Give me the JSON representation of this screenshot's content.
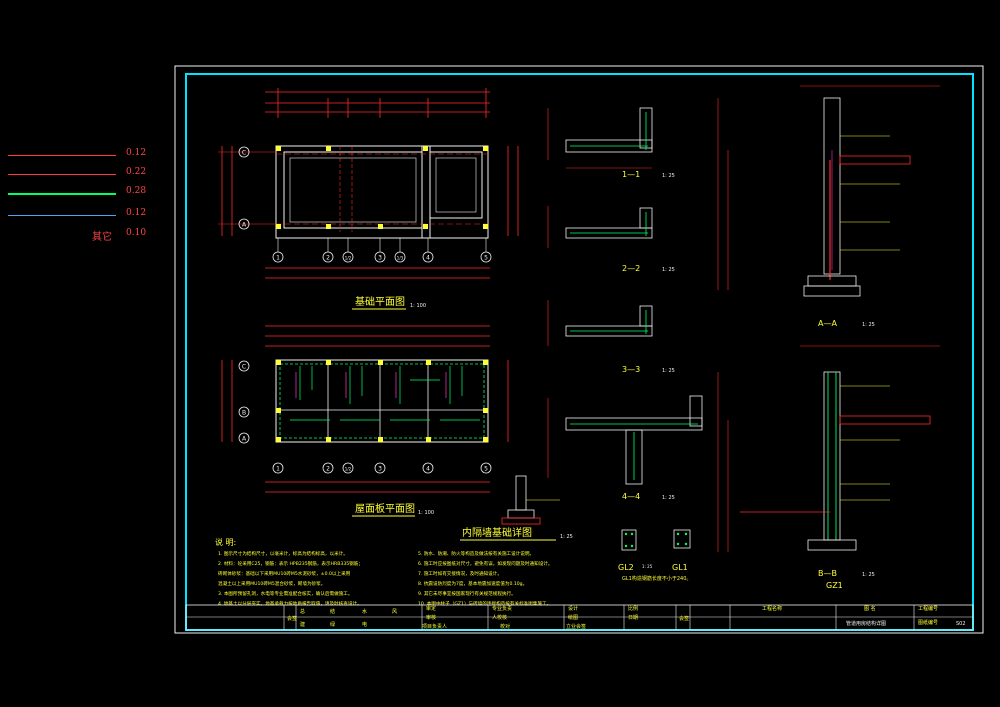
{
  "legend": [
    {
      "value": "0.12",
      "color": "#ff3b3b"
    },
    {
      "value": "0.22",
      "color": "#ff3b3b"
    },
    {
      "value": "0.28",
      "color": "#00ff66"
    },
    {
      "value": "0.12",
      "color": "#4aa3ff"
    }
  ],
  "legend_other": {
    "label": "其它",
    "value": "0.10"
  },
  "plan1": {
    "title": "基础平面图",
    "scale": "1: 100",
    "axis_rows": [
      "C",
      "A"
    ],
    "axis_cols": [
      "1",
      "2",
      "1/2",
      "3",
      "1/3",
      "4",
      "5"
    ]
  },
  "plan2": {
    "title": "屋面板平面图",
    "scale": "1: 100",
    "axis_rows": [
      "C",
      "B",
      "A"
    ],
    "axis_cols": [
      "1",
      "2",
      "1/2",
      "3",
      "4",
      "5"
    ]
  },
  "wall_detail": {
    "title": "内隔墙基础详图",
    "scale": "1: 25"
  },
  "sections": [
    {
      "label": "1—1",
      "scale": "1: 25"
    },
    {
      "label": "2—2",
      "scale": "1: 25"
    },
    {
      "label": "3—3",
      "scale": "1: 25"
    },
    {
      "label": "4—4",
      "scale": "1: 25"
    }
  ],
  "beams": {
    "gl2": "GL2",
    "gl1": "GL1",
    "scale": "1: 25",
    "note": "GL1构造钢筋长度不小于240。"
  },
  "section_aa": {
    "label": "A—A",
    "scale": "1: 25"
  },
  "section_bb": {
    "label": "B—B",
    "scale": "1: 25",
    "gz": "GZ1"
  },
  "notes": {
    "heading": "说 明:",
    "left": [
      "1. 图示尺寸为结构尺寸，以毫米计，标高为结构标高，以米计。",
      "2. 材料：砼采用C25，钢筋：表示 HPB235钢筋，表示HRB335钢筋；",
      "   砖砌体砂浆：基础以下采用MU10砖M5水泥砂浆，±0.0以上采用",
      "   混凝土以上采用MU10砖M5混合砂浆，砌墙为砂浆。",
      "3. 本图所预留孔洞，水电等专业需准配合核实，确认后需做施工。",
      "4. 地基土以分层夯实，地基承载力按地质报告取值，请及时核查设计。"
    ],
    "right": [
      "5. 防水、防潮、防火等构造及做法按有关施工设计说明。",
      "6. 施工时应按图纸对尺寸，避免有误，如发现问题及时通知设计。",
      "7. 施工时如有交接情况，及时通知设计。",
      "8. 抗震设防烈度为7度，基本地震加速度值为0.10g。",
      "9. 其它未尽事宜按国家现行有关规范规程执行。",
      "10. 本图中柱子（GZ1）与砖墙的连接构造按有关标准图集施工。"
    ]
  },
  "title_block": {
    "hui_qian": "会签",
    "disciplines": [
      "总",
      "结",
      "水",
      "风",
      "建",
      "绿",
      "电"
    ],
    "roles_a": [
      "审定",
      "审核",
      "项目负责人"
    ],
    "roles_b": [
      "专业负责",
      "人校核",
      "校对"
    ],
    "roles_c": [
      "设计",
      "绘图",
      "立业会签"
    ],
    "scale_label": "比例",
    "date_label": "日期",
    "hui": "会签",
    "project_label": "工程名称",
    "drawing_name_label": "图 名",
    "drawing_name": "管道用房结构详图",
    "project_no_label": "工程编号",
    "drawing_no_label": "图纸编号",
    "drawing_no": "S02"
  },
  "colors": {
    "frame": "#00e5ff",
    "line_red": "#ff2a2a",
    "line_white": "#f2f2f2",
    "line_yellow": "#ffff33",
    "line_green": "#00ff66",
    "line_magenta": "#ff33cc",
    "accent_cyan": "#39c8ff"
  }
}
